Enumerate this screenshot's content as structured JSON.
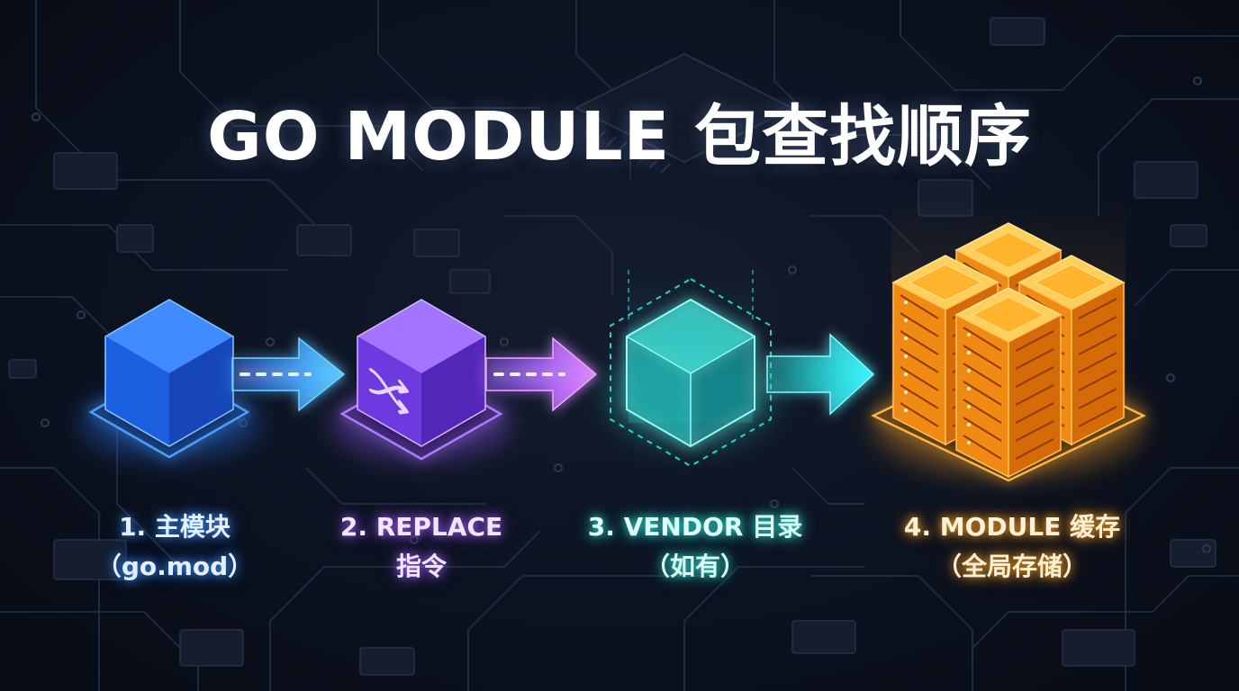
{
  "title": "GO MODULE 包查找顺序",
  "steps": [
    {
      "line1": "1. 主模块",
      "line2": "（go.mod）",
      "icon": "cube-icon",
      "color": "#2f7bff"
    },
    {
      "line1": "2. REPLACE",
      "line2": "指令",
      "icon": "shuffle-icon",
      "color": "#9a5cff"
    },
    {
      "line1": "3. VENDOR 目录",
      "line2": "（如有）",
      "icon": "transparent-cube-icon",
      "color": "#2ee6d6"
    },
    {
      "line1": "4. MODULE 缓存",
      "line2": "（全局存储）",
      "icon": "server-rack-icon",
      "color": "#ff9f1a"
    }
  ],
  "colors": {
    "background": "#0b111d",
    "trace": "#1f2a3d",
    "title": "#ffffff"
  }
}
